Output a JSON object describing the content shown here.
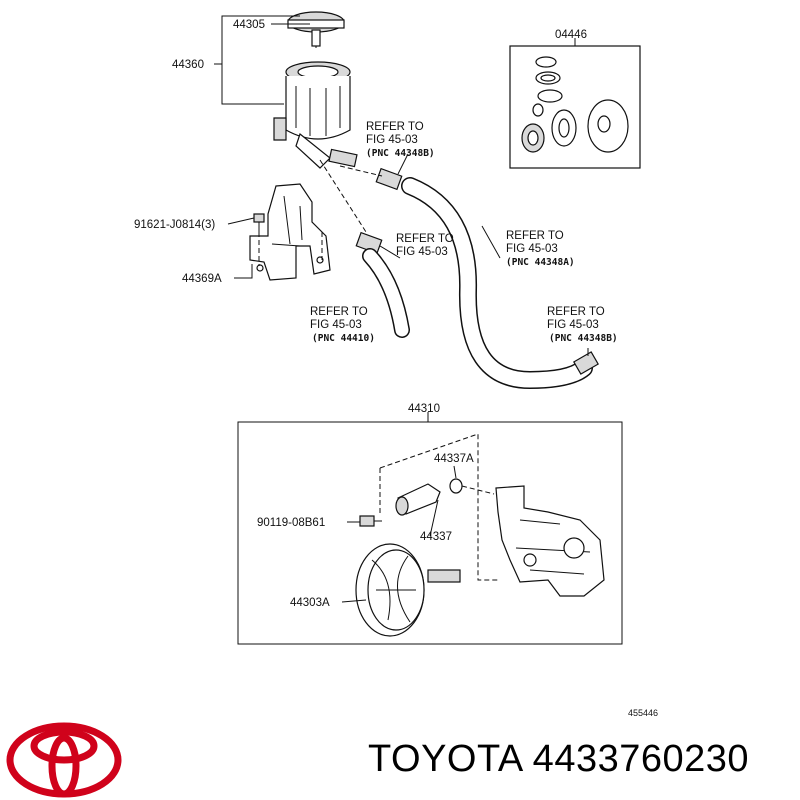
{
  "callouts": {
    "cap": "44305",
    "reservoir": "44360",
    "kit": "04446",
    "bolt": "91621-J0814(3)",
    "bracket": "44369A",
    "pump_assy": "44310",
    "oring": "44337A",
    "union_bolt": "90119-08B61",
    "union": "44337",
    "pulley": "44303A",
    "diagram_id": "455446"
  },
  "refs": {
    "r1": {
      "line1": "REFER TO",
      "line2": "FIG 45-03",
      "line3": "(PNC  44348B)"
    },
    "r2": {
      "line1": "REFER TO",
      "line2": "FIG 45-03"
    },
    "r3": {
      "line1": "REFER TO",
      "line2": "FIG 45-03",
      "line3": "(PNC  44348A)"
    },
    "r4": {
      "line1": "REFER TO",
      "line2": "FIG 45-03",
      "line3": "(PNC  44410)"
    },
    "r5": {
      "line1": "REFER TO",
      "line2": "FIG 45-03",
      "line3": "(PNC  44348B)"
    }
  },
  "footer": {
    "brand_text": "TOYOTA 4433760230",
    "logo_icon": "toyota-logo-icon",
    "logo_color": "#d0021b"
  }
}
